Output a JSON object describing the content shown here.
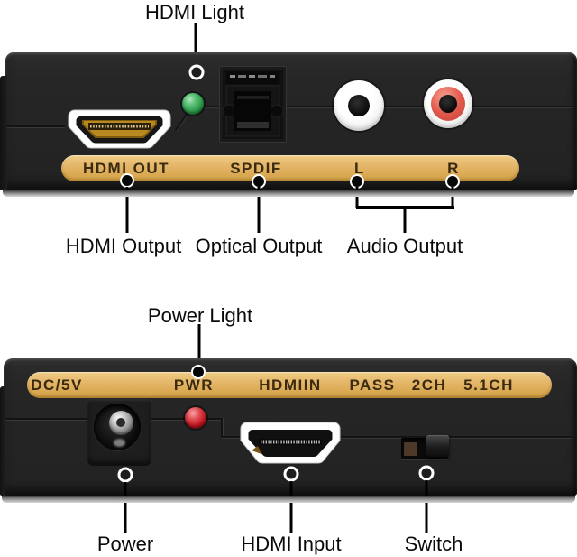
{
  "title": "HDMI audio extractor ports diagram",
  "colors": {
    "gold_strip": "#e2b364",
    "device_body": "#262626",
    "led_green": "#2f9e4c",
    "led_red": "#c01420",
    "rca_red": "#e0584c",
    "leader_line": "#000000"
  },
  "top_unit": {
    "indicator_label": "HDMI Light",
    "panel_labels": {
      "hdmi": "HDMI OUT",
      "spdif": "SPDIF",
      "left": "L",
      "right": "R"
    },
    "callouts": {
      "hdmi": "HDMI Output",
      "optical": "Optical Output",
      "audio": "Audio Output"
    }
  },
  "bottom_unit": {
    "indicator_label": "Power Light",
    "panel_labels": {
      "dc": "DC/5V",
      "pwr": "PWR",
      "hdmi_in": "HDMIIN",
      "pass": "PASS",
      "ch2": "2CH",
      "ch51": "5.1CH"
    },
    "callouts": {
      "power": "Power",
      "hdmi_input": "HDMI Input",
      "switch": "Switch"
    }
  }
}
